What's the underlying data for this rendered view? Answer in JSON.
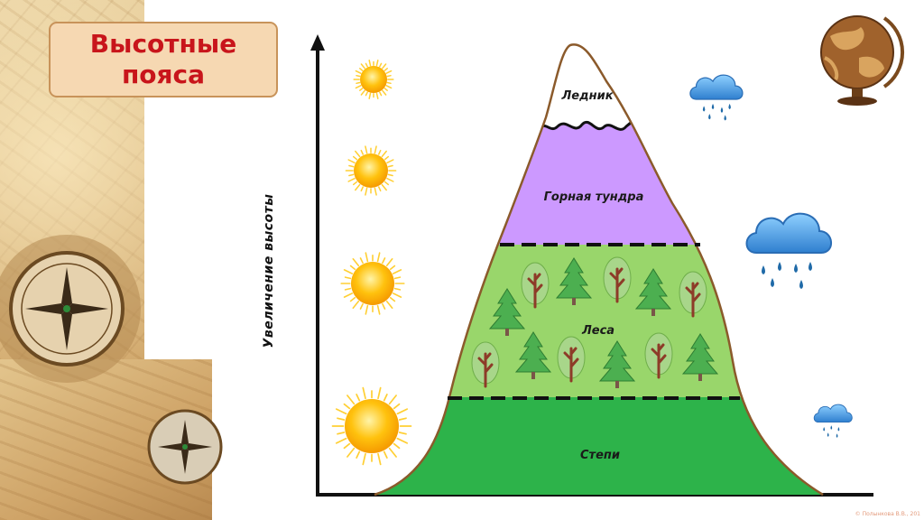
{
  "slide": {
    "title": "Высотные\nпояса",
    "y_axis_label": "Увеличение высоты",
    "credit": "© Полынкова В.В., 201"
  },
  "zones": [
    {
      "name": "Ледник",
      "color": "#ffffff"
    },
    {
      "name": "Горная тундра",
      "color": "#cc99ff"
    },
    {
      "name": "Леса",
      "color": "#99d66b"
    },
    {
      "name": "Степи",
      "color": "#2db34a"
    }
  ],
  "icons": {
    "sun": "sun-icon",
    "cloud": "rain-cloud-icon",
    "globe": "globe-icon",
    "compass": "compass-icon",
    "spruce": "spruce-tree-icon",
    "deciduous": "deciduous-tree-icon"
  },
  "colors": {
    "title_text": "#c8151b",
    "title_bg": "#f6d8b2",
    "outline": "#8b5a2b",
    "sun": "#ffc20e",
    "cloud": "#3b8fd9",
    "rain": "#1f6aa8"
  }
}
